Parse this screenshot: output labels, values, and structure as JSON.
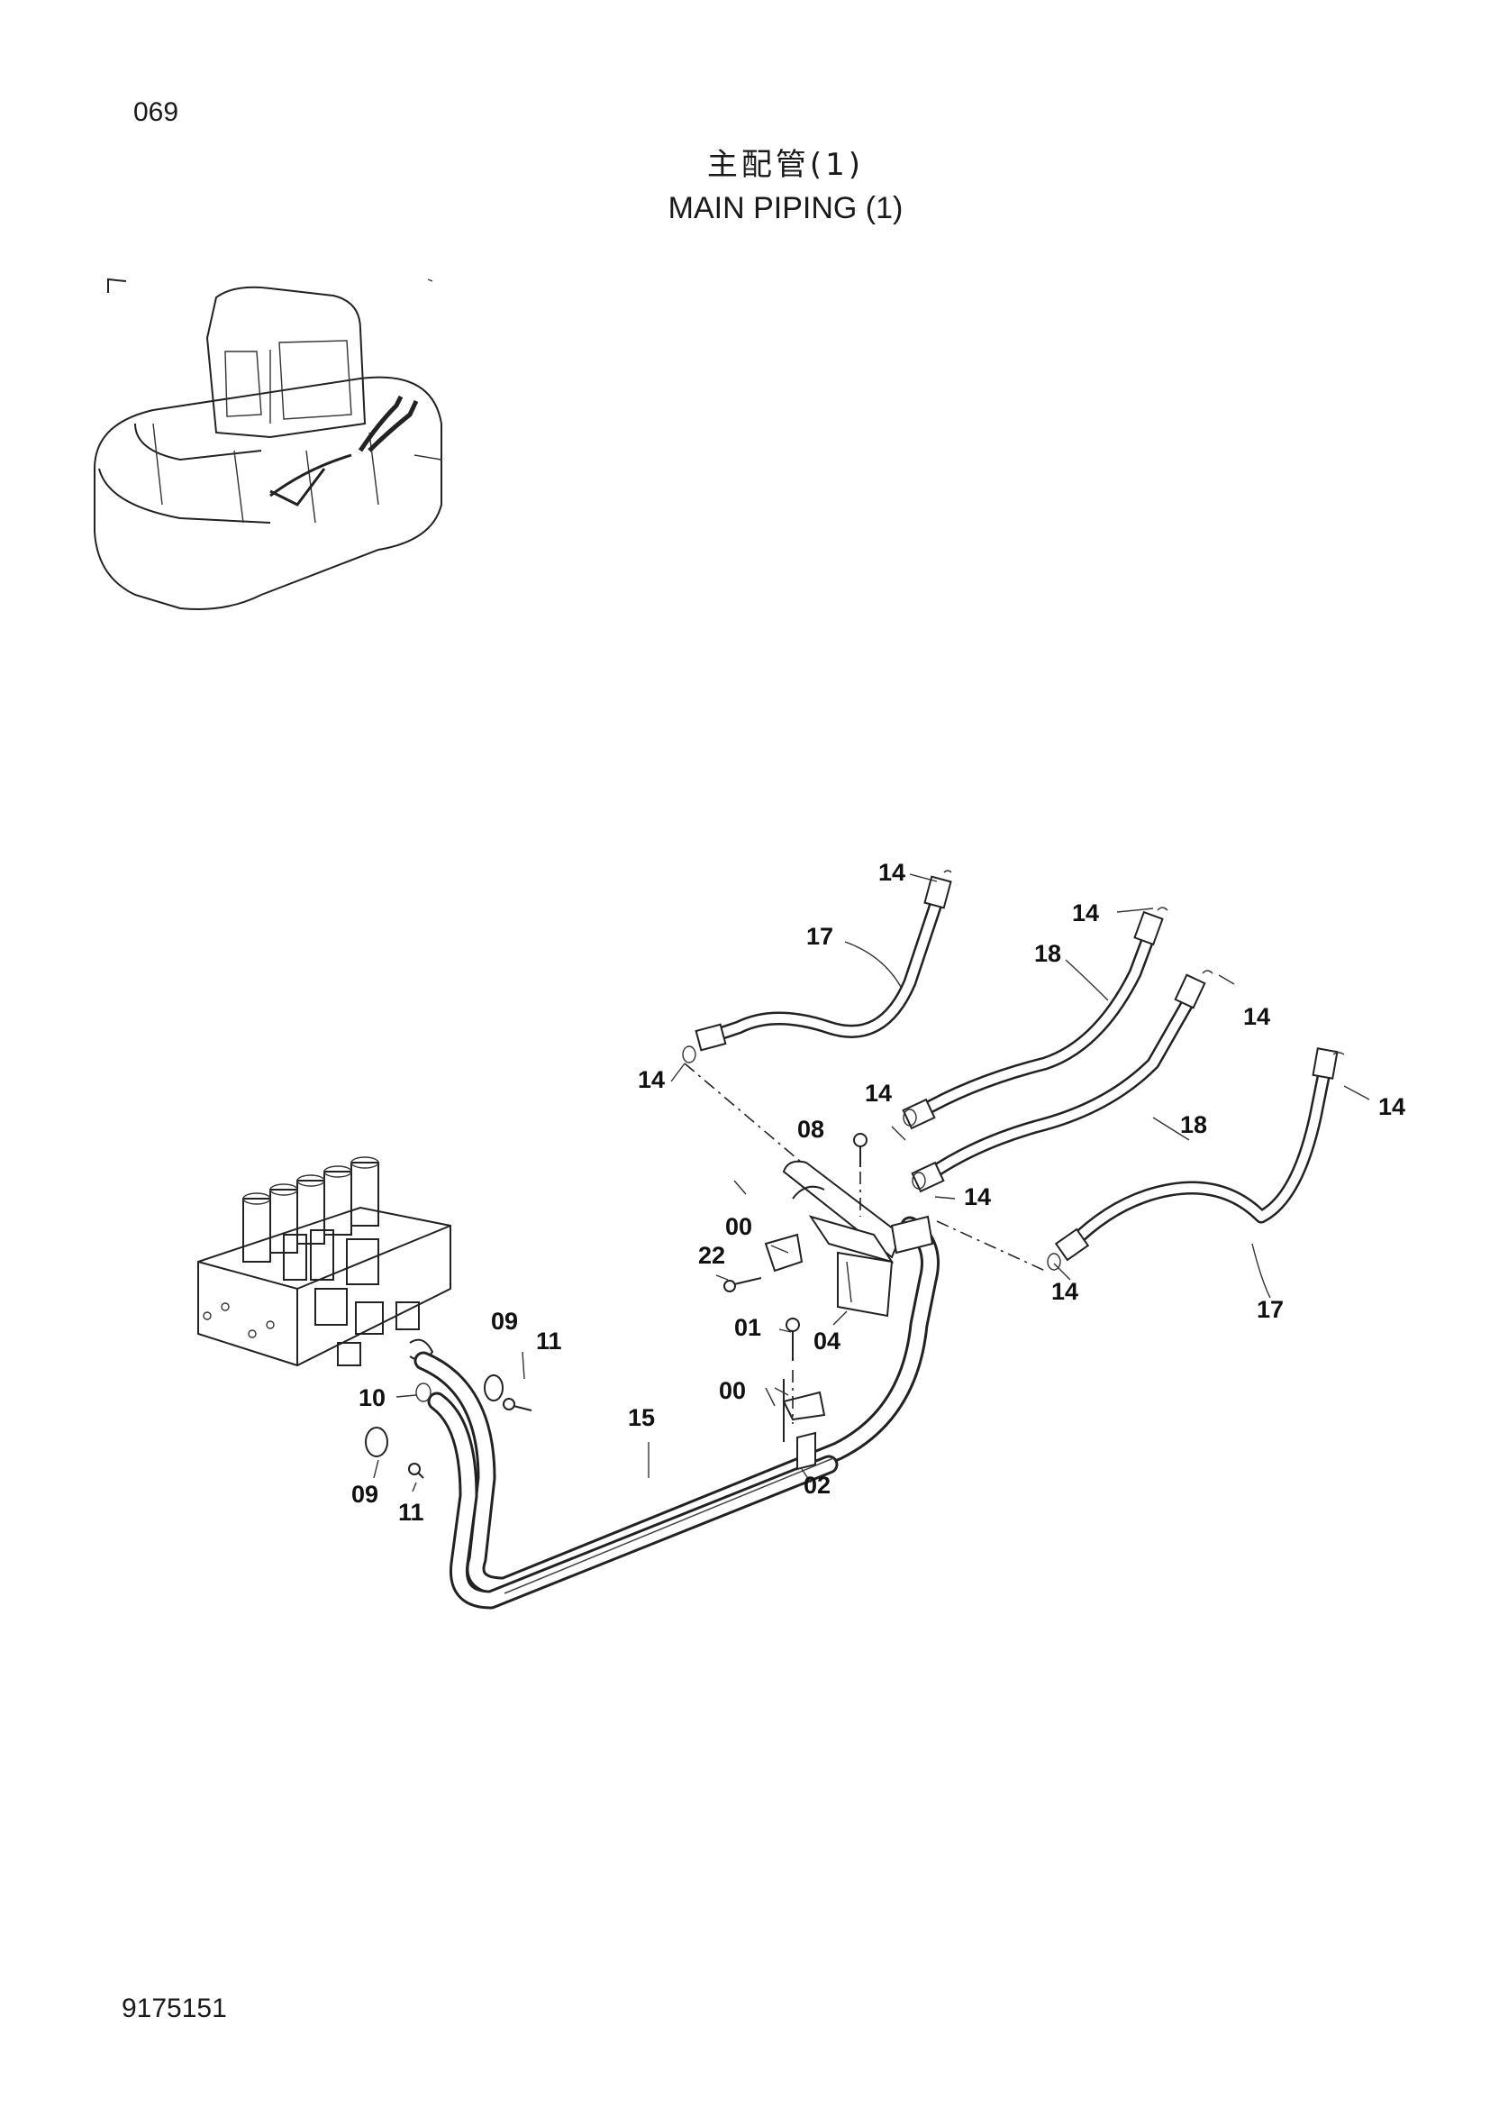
{
  "page": {
    "page_number": "069",
    "title_cn": "主配管(1)",
    "title_en": "MAIN PIPING (1)",
    "document_id": "9175151"
  },
  "illustrations": {
    "overview_icon": "excavator-overview-illustration",
    "main_icon": "control-valve-piping-assembly"
  },
  "callouts": {
    "c14a": "14",
    "c17a": "17",
    "c14b": "14",
    "c18a": "18",
    "c14c": "14",
    "c14d": "14",
    "c14e": "14",
    "c18b": "18",
    "c14f": "14",
    "c08": "08",
    "c14g": "14",
    "c00a": "00",
    "c22": "22",
    "c04": "04",
    "c14h": "14",
    "c17b": "17",
    "c09a": "09",
    "c11a": "11",
    "c01": "01",
    "c10": "10",
    "c00b": "00",
    "c15": "15",
    "c02": "02",
    "c09b": "09",
    "c11b": "11"
  }
}
